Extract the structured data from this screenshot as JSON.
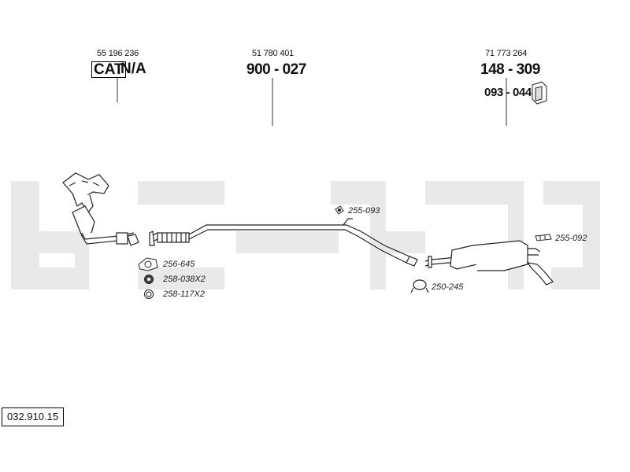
{
  "oe_numbers": {
    "cat": "55 196 236",
    "middle": "51 780 401",
    "rear": "71 773 264"
  },
  "parts": {
    "cat_label": "CAT",
    "cat_status": "N/A",
    "middle_pipe": "900 - 027",
    "rear_silencer": "148 - 309",
    "rear_mount_kit": "093 - 044"
  },
  "fittings": {
    "gasket": "256-645",
    "nut": "258-038X2",
    "ring": "258-117X2",
    "mid_rubber": "255-093",
    "clamp": "250-245",
    "rear_rubber": "255-092"
  },
  "reference": "032.910.15",
  "icons": [
    "gasket-icon",
    "nut-icon",
    "ring-icon",
    "rubber-mount-icon",
    "clamp-icon",
    "bracket-icon"
  ],
  "colors": {
    "watermark": "#e9e9e9",
    "line": "#333333"
  }
}
